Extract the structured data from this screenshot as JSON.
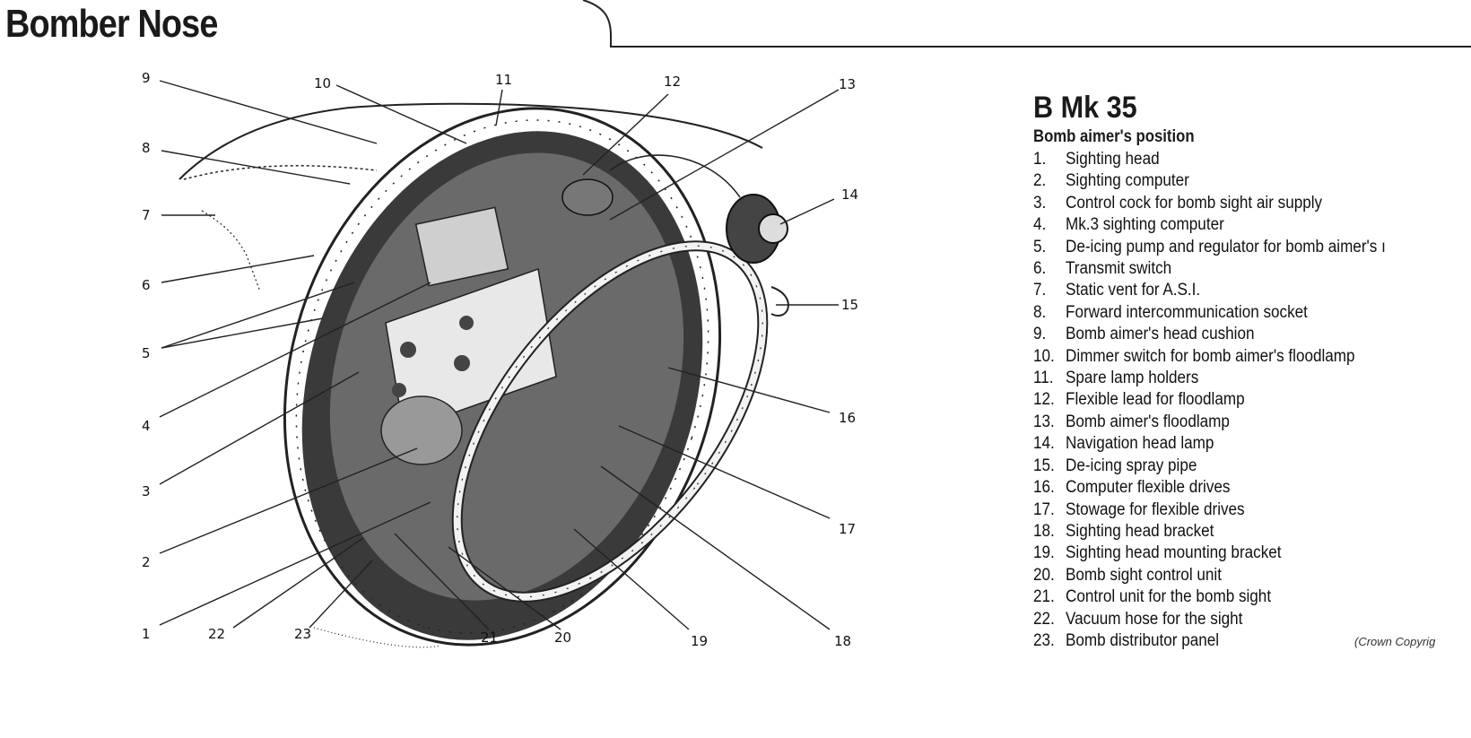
{
  "page": {
    "title": "Bomber Nose"
  },
  "legend": {
    "title": "B Mk 35",
    "subtitle": "Bomb aimer's position",
    "items": [
      {
        "num": "1.",
        "label": "Sighting head"
      },
      {
        "num": "2.",
        "label": "Sighting computer"
      },
      {
        "num": "3.",
        "label": "Control cock for bomb sight air supply"
      },
      {
        "num": "4.",
        "label": "Mk.3 sighting computer"
      },
      {
        "num": "5.",
        "label": "De-icing pump and regulator for bomb aimer's ı"
      },
      {
        "num": "6.",
        "label": "Transmit switch"
      },
      {
        "num": "7.",
        "label": "Static vent for A.S.I."
      },
      {
        "num": "8.",
        "label": "Forward intercommunication socket"
      },
      {
        "num": "9.",
        "label": "Bomb aimer's head cushion"
      },
      {
        "num": "10.",
        "label": "Dimmer switch for bomb aimer's floodlamp"
      },
      {
        "num": "11.",
        "label": "Spare lamp holders"
      },
      {
        "num": "12.",
        "label": "Flexible lead for floodlamp"
      },
      {
        "num": "13.",
        "label": "Bomb aimer's floodlamp"
      },
      {
        "num": "14.",
        "label": "Navigation head lamp"
      },
      {
        "num": "15.",
        "label": "De-icing spray pipe"
      },
      {
        "num": "16.",
        "label": "Computer flexible drives"
      },
      {
        "num": "17.",
        "label": "Stowage for flexible drives"
      },
      {
        "num": "18.",
        "label": "Sighting head bracket"
      },
      {
        "num": "19.",
        "label": "Sighting head mounting bracket"
      },
      {
        "num": "20.",
        "label": "Bomb sight control unit"
      },
      {
        "num": "21.",
        "label": "Control unit for the bomb sight"
      },
      {
        "num": "22.",
        "label": "Vacuum hose for the sight"
      },
      {
        "num": "23.",
        "label": "Bomb distributor panel"
      }
    ]
  },
  "callouts": [
    "9",
    "10",
    "11",
    "12",
    "13",
    "8",
    "14",
    "7",
    "6",
    "15",
    "5",
    "16",
    "4",
    "3",
    "17",
    "2",
    "1",
    "22",
    "23",
    "21",
    "20",
    "19",
    "18"
  ],
  "credit": "(Crown Copyrig"
}
